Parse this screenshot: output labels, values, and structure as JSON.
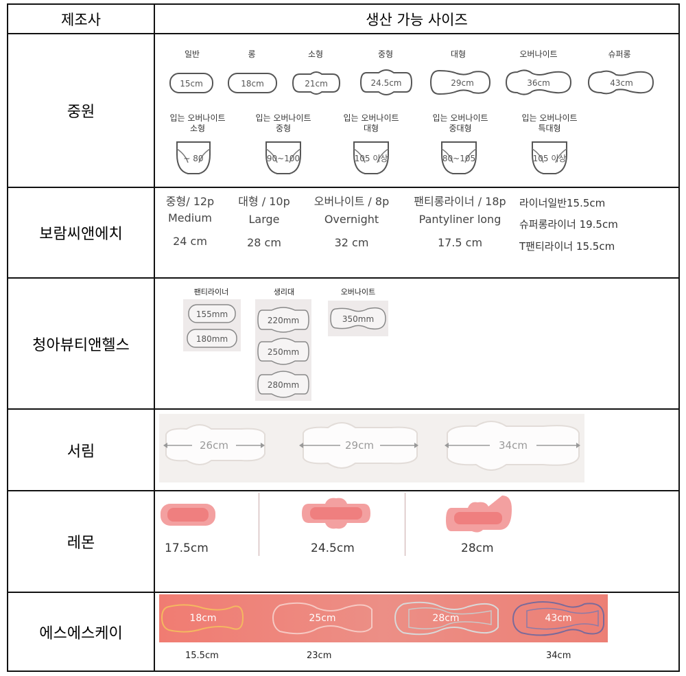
{
  "header": {
    "manufacturer": "제조사",
    "sizes": "생산 가능 사이즈"
  },
  "rows": {
    "jungwon": {
      "name": "중원",
      "pads": [
        {
          "label": "일반",
          "size": "15cm"
        },
        {
          "label": "롱",
          "size": "18cm"
        },
        {
          "label": "소형",
          "size": "21cm"
        },
        {
          "label": "중형",
          "size": "24.5cm"
        },
        {
          "label": "대형",
          "size": "29cm"
        },
        {
          "label": "오버나이트",
          "size": "36cm"
        },
        {
          "label": "슈퍼롱",
          "size": "43cm"
        }
      ],
      "pants": [
        {
          "label1": "입는 오버나이트",
          "label2": "소형",
          "size": "~ 80"
        },
        {
          "label1": "입는 오버나이트",
          "label2": "중형",
          "size": "90~100"
        },
        {
          "label1": "입는 오버나이트",
          "label2": "대형",
          "size": "105 이상"
        },
        {
          "label1": "입는 오버나이트",
          "label2": "중대형",
          "size": "80~105"
        },
        {
          "label1": "입는 오버나이트",
          "label2": "특대형",
          "size": "105 이상"
        }
      ]
    },
    "boram": {
      "name": "보람씨앤에치",
      "items": [
        {
          "title": "중형/ 12p",
          "en": "Medium",
          "len": "24 cm"
        },
        {
          "title": "대형 / 10p",
          "en": "Large",
          "len": "28 cm"
        },
        {
          "title": "오버나이트 / 8p",
          "en": "Overnight",
          "len": "32 cm"
        },
        {
          "title": "팬티롱라이너 / 18p",
          "en": "Pantyliner long",
          "len": "17.5 cm"
        }
      ],
      "extra": [
        "라이너일반15.5cm",
        "슈퍼롱라이너 19.5cm",
        "T팬티라이너 15.5cm"
      ]
    },
    "chungah": {
      "name": "청아뷰티앤헬스",
      "groups": [
        {
          "title": "팬티라이너",
          "sizes": [
            "155mm",
            "180mm"
          ]
        },
        {
          "title": "생리대",
          "sizes": [
            "220mm",
            "250mm",
            "280mm"
          ]
        },
        {
          "title": "오버나이트",
          "sizes": [
            "350mm"
          ]
        }
      ]
    },
    "seorim": {
      "name": "서림",
      "sizes": [
        "26cm",
        "29cm",
        "34cm"
      ]
    },
    "lemon": {
      "name": "레몬",
      "sizes": [
        "17.5cm",
        "24.5cm",
        "28cm"
      ]
    },
    "ssk": {
      "name": "에스에스케이",
      "inner": [
        "18cm",
        "25cm",
        "28cm",
        "43cm"
      ],
      "below": [
        "15.5cm",
        "23cm",
        "34cm"
      ]
    }
  },
  "colors": {
    "grid": "#111111",
    "lemon_pink": "#f08a8a",
    "ssk_band": "#ec8a80",
    "chungah_bg": "#eeeaea",
    "seorim_bg": "#f3f0ee"
  }
}
